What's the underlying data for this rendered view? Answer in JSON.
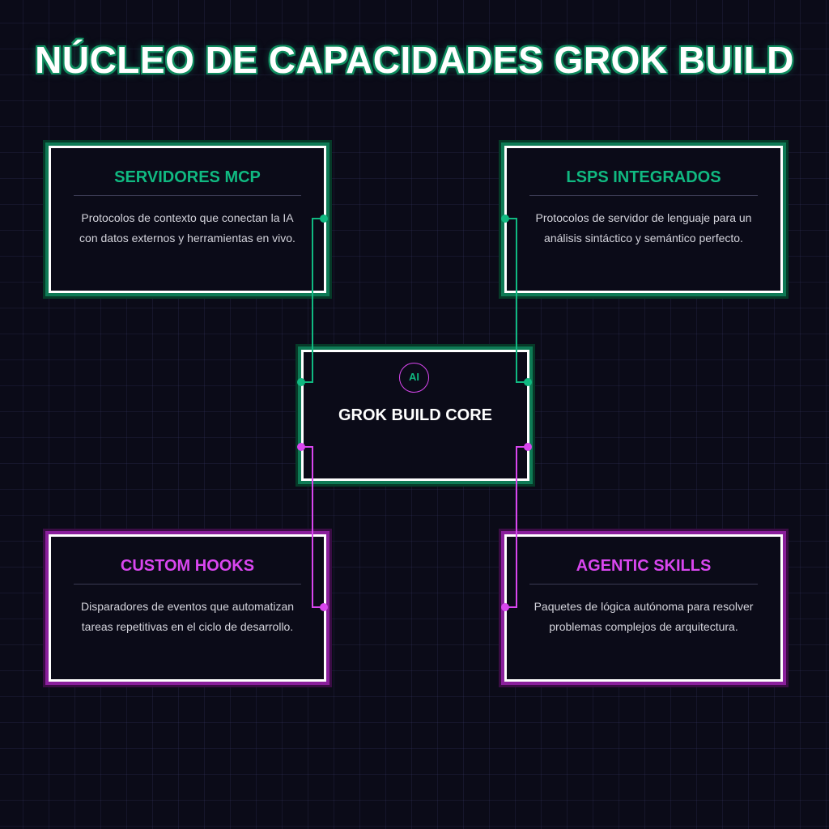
{
  "title": "NÚCLEO DE CAPACIDADES GROK BUILD",
  "cards": {
    "mcp": {
      "title": "SERVIDORES MCP",
      "desc_line1": "Protocolos de contexto que conectan la IA",
      "desc_line2": "con datos externos y herramientas en vivo."
    },
    "lsp": {
      "title": "LSPS INTEGRADOS",
      "desc_line1": "Protocolos de servidor de lenguaje para un",
      "desc_line2": "análisis sintáctico y semántico perfecto."
    },
    "hooks": {
      "title": "CUSTOM HOOKS",
      "desc_line1": "Disparadores de eventos que automatizan",
      "desc_line2": "tareas repetitivas en el ciclo de desarrollo."
    },
    "skills": {
      "title": "AGENTIC SKILLS",
      "desc_line1": "Paquetes de lógica autónoma para resolver",
      "desc_line2": "problemas complejos de arquitectura."
    }
  },
  "core": {
    "icon_label": "AI",
    "title": "GROK BUILD CORE"
  },
  "colors": {
    "background": "#0b0b18",
    "accent_green": "#10b981",
    "accent_purple": "#d946ef",
    "card_border": "#ffffff"
  }
}
